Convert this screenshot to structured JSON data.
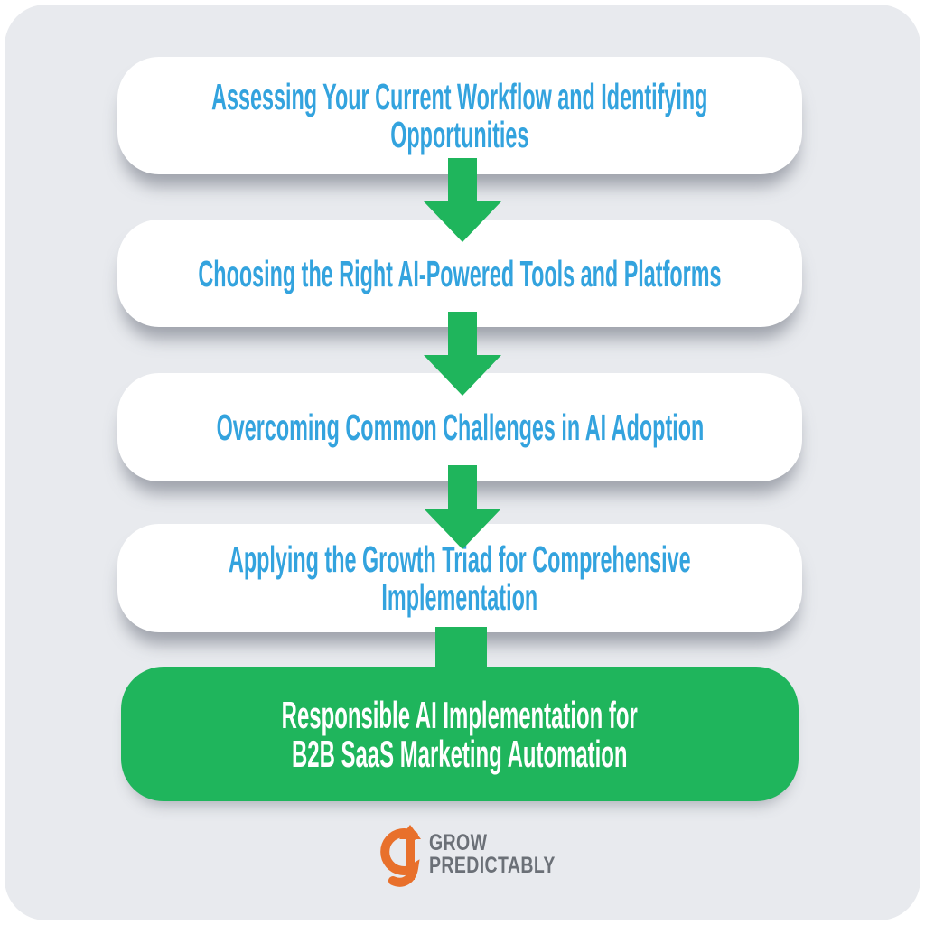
{
  "title": "AI implementation process infographic",
  "colors": {
    "panel_background": "#e8eaee",
    "step_box": "#ffffff",
    "step_text_blue": "#33a3de",
    "arrow_green": "#1fb55c",
    "final_box_green": "#1fb55c",
    "final_text": "#ffffff",
    "logo_orange": "#e8702b",
    "logo_gray": "#6b7077"
  },
  "steps": [
    {
      "lines": [
        "Assessing Your Current Workflow and Identifying",
        "Opportunities"
      ]
    },
    {
      "lines": [
        "Choosing the Right AI-Powered Tools and Platforms"
      ]
    },
    {
      "lines": [
        "Overcoming Common Challenges in AI Adoption"
      ]
    },
    {
      "lines": [
        "Applying the Growth Triad for Comprehensive",
        "Implementation"
      ]
    }
  ],
  "final_step": {
    "lines": [
      "Responsible AI Implementation for",
      "B2B SaaS Marketing Automation"
    ]
  },
  "logo": {
    "line1": "GROW",
    "line2": "PREDICTABLY"
  }
}
